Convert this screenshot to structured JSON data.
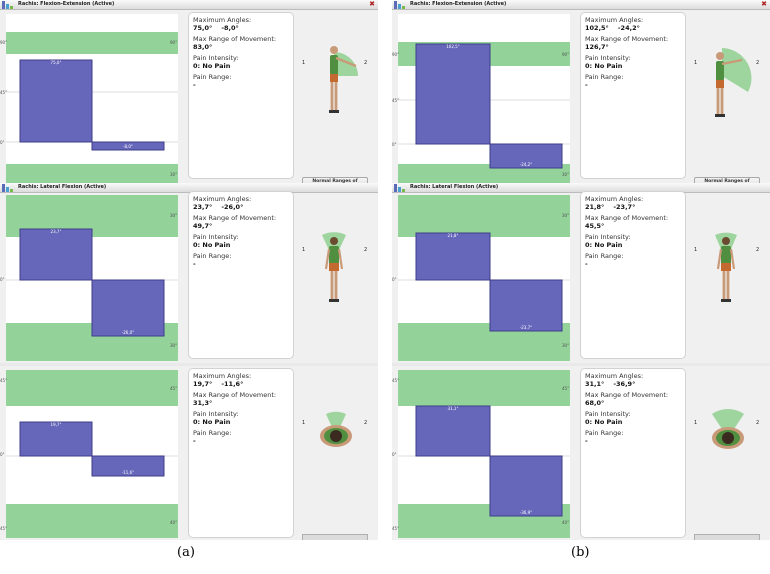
{
  "captions": {
    "a": "(a)",
    "b": "(b)"
  },
  "colors": {
    "bar": "#6666bb",
    "band": "#93d39a",
    "frame": "#3d3d8a"
  },
  "labels": {
    "max_angles": "Maximum Angles:",
    "max_range": "Max Range of Movement:",
    "pain_intensity": "Pain Intensity:",
    "pain_range": "Pain Range:",
    "side_1": "1",
    "side_2": "2",
    "normal_ranges_button": "Normal Ranges of Mobility"
  },
  "panels": {
    "a": {
      "flexion": {
        "title": "Rachis: Flexion-Extension (Active)",
        "max_angles": "75,0°    -8,0°",
        "max_range": "83,0°",
        "pain_intensity": "0: No Pain",
        "pain_range": "-",
        "bar_left_label": "75,0°",
        "bar_right_label": "-8,0°",
        "axis_left": [
          "90°",
          "45°",
          "0°"
        ],
        "axis_right": [
          "90°",
          "30°"
        ],
        "icon": "standing-arm-raise-figure-icon"
      },
      "lateral": {
        "title": "Rachis: Lateral Flexion (Active)",
        "max_angles": "23,7°    -26,0°",
        "max_range": "49,7°",
        "pain_intensity": "0: No Pain",
        "pain_range": "-",
        "bar_left_label": "23,7°",
        "bar_right_label": "-26,0°",
        "axis_left": [
          "0°"
        ],
        "axis_right": [
          "30°",
          "30°"
        ],
        "icon": "standing-back-figure-icon"
      },
      "rotation": {
        "max_angles": "19,7°    -11,6°",
        "max_range": "31,3°",
        "pain_intensity": "0: No Pain",
        "pain_range": "-",
        "bar_left_label": "19,7°",
        "bar_right_label": "-11,6°",
        "axis_left": [
          "45°",
          "0°",
          "45°"
        ],
        "axis_right": [
          "45°",
          "40°"
        ],
        "icon": "top-down-figure-icon"
      }
    },
    "b": {
      "flexion": {
        "title": "Rachis: Flexion-Extension (Active)",
        "max_angles": "102,5°    -24,2°",
        "max_range": "126,7°",
        "pain_intensity": "0: No Pain",
        "pain_range": "-",
        "bar_left_label": "102,5°",
        "bar_right_label": "-24,2°",
        "axis_left": [
          "90°",
          "45°",
          "0°"
        ],
        "axis_right": [
          "90°",
          "30°"
        ],
        "icon": "standing-arm-raise-figure-icon"
      },
      "lateral": {
        "title": "Rachis: Lateral Flexion (Active)",
        "max_angles": "21,8°    -23,7°",
        "max_range": "45,5°",
        "pain_intensity": "0: No Pain",
        "pain_range": "-",
        "bar_left_label": "21,8°",
        "bar_right_label": "-23,7°",
        "axis_left": [
          "0°"
        ],
        "axis_right": [
          "30°",
          "30°"
        ],
        "icon": "standing-back-figure-icon"
      },
      "rotation": {
        "max_angles": "31,1°    -36,9°",
        "max_range": "68,0°",
        "pain_intensity": "0: No Pain",
        "pain_range": "-",
        "bar_left_label": "31,1°",
        "bar_right_label": "-36,9°",
        "axis_left": [
          "45°",
          "0°",
          "45°"
        ],
        "axis_right": [
          "45°",
          "40°"
        ],
        "icon": "top-down-figure-icon"
      }
    }
  }
}
